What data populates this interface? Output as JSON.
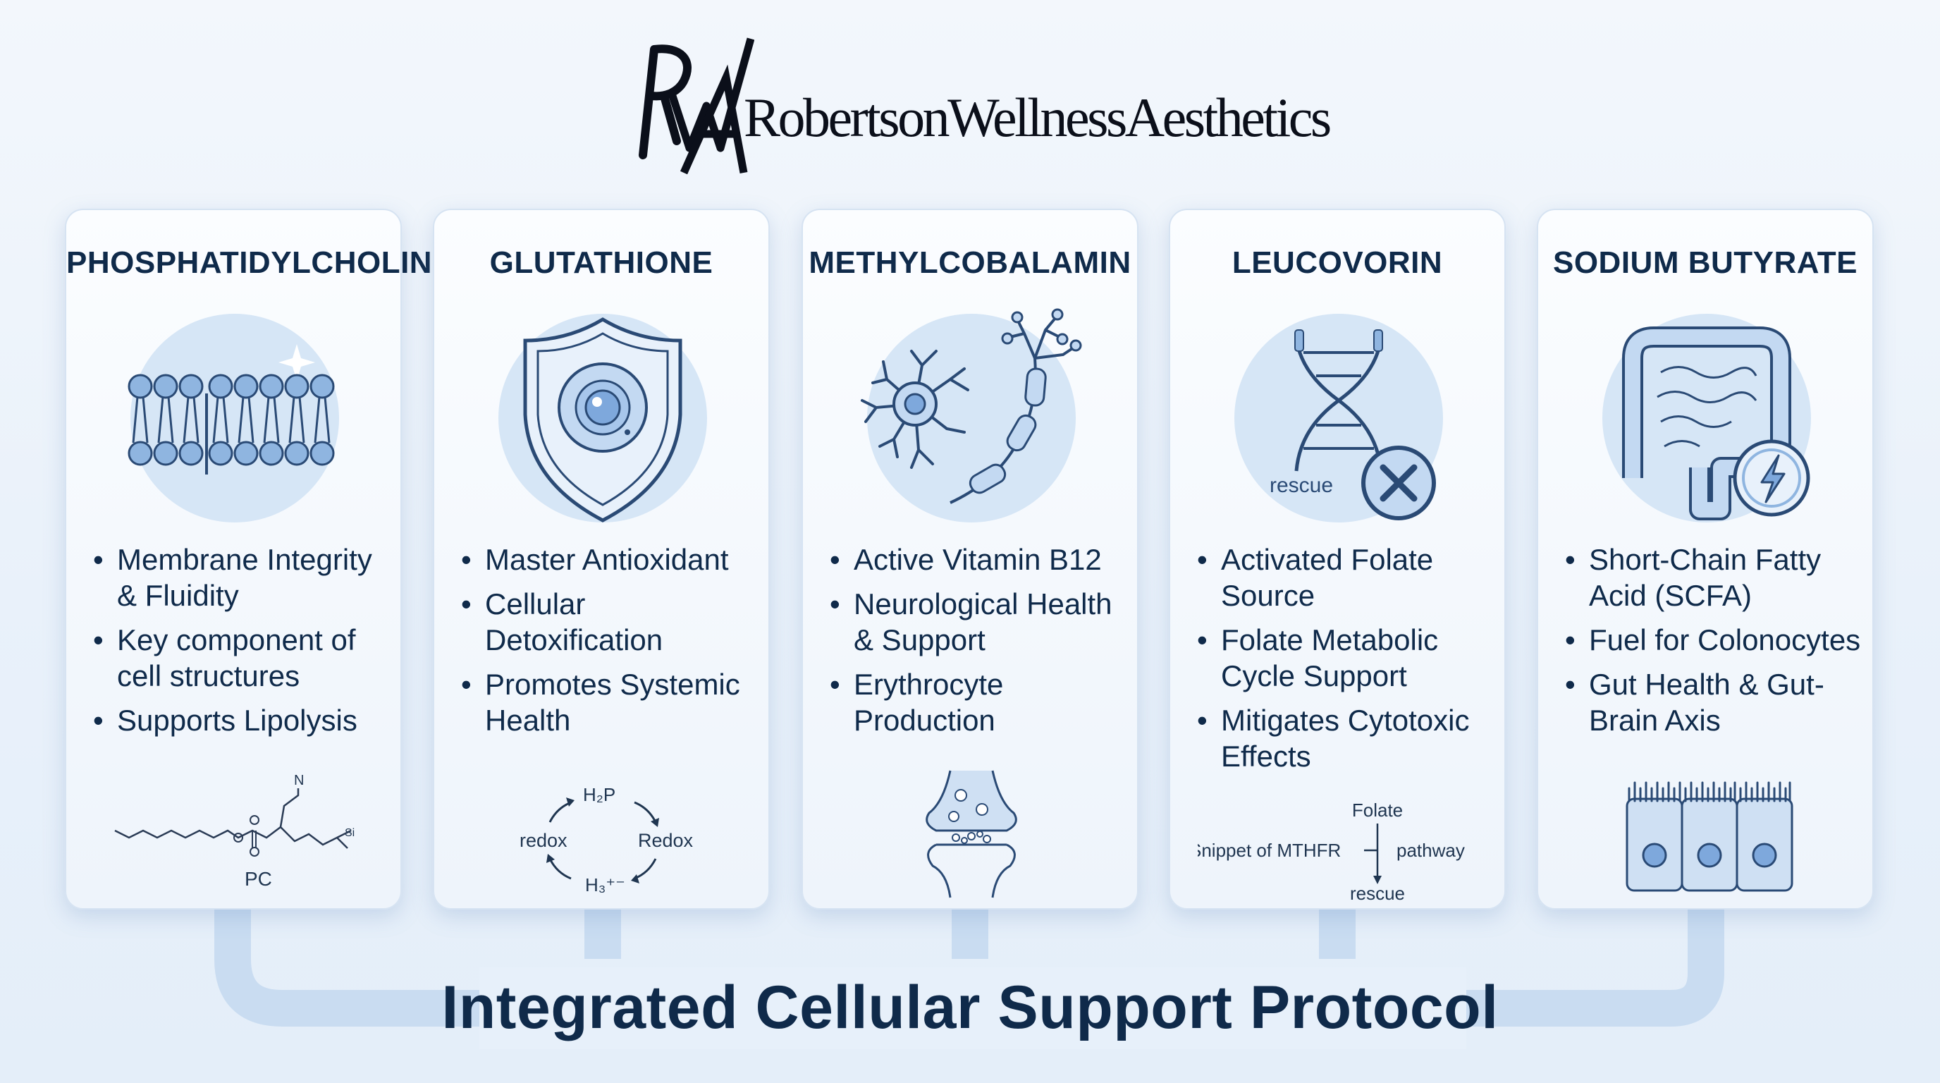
{
  "brand": {
    "monogram": "RWA",
    "name": "RobertsonWellnessAesthetics"
  },
  "cards": [
    {
      "title": "PHOSPHATIDYLCHOLINE",
      "icon": "lipid-bilayer-icon",
      "bullets": [
        "Membrane Integrity & Fluidity",
        "Key component of cell structures",
        "Supports Lipolysis"
      ],
      "footnote": {
        "label": "PC",
        "n_label": "N",
        "si_label": "Si"
      }
    },
    {
      "title": "GLUTATHIONE",
      "icon": "shield-cell-icon",
      "bullets": [
        "Master Antioxidant",
        "Cellular Detoxification",
        "Promotes Systemic Health"
      ],
      "footnote": {
        "top": "H₂P",
        "left": "redox",
        "right": "Redox",
        "bottom": "H₃⁺⁻"
      }
    },
    {
      "title": "METHYLCOBALAMIN",
      "icon": "neuron-icon",
      "bullets": [
        "Active Vitamin B12",
        "Neurological Health & Support",
        "Erythrocyte Production"
      ],
      "footnote": {
        "icon": "synapse-icon"
      }
    },
    {
      "title": "LEUCOVORIN",
      "icon": "dna-rescue-icon",
      "icon_label": "rescue",
      "bullets": [
        "Activated Folate Source",
        "Folate Metabolic Cycle Support",
        "Mitigates Cytotoxic Effects"
      ],
      "footnote": {
        "top": "Folate",
        "left": "Snippet of MTHFR",
        "right": "pathway",
        "bottom": "rescue"
      }
    },
    {
      "title": "SODIUM BUTYRATE",
      "icon": "intestine-energy-icon",
      "bullets": [
        "Short-Chain Fatty Acid (SCFA)",
        "Fuel for Colonocytes",
        "Gut Health & Gut-Brain Axis"
      ],
      "footnote": {
        "icon": "colonocytes-icon"
      }
    }
  ],
  "footer": {
    "title": "Integrated Cellular Support Protocol"
  },
  "colors": {
    "navy": "#0f2a4a",
    "accent": "#3f6fb0",
    "light_blue": "#cfe0f3",
    "card_bg": "#f7fafe"
  }
}
